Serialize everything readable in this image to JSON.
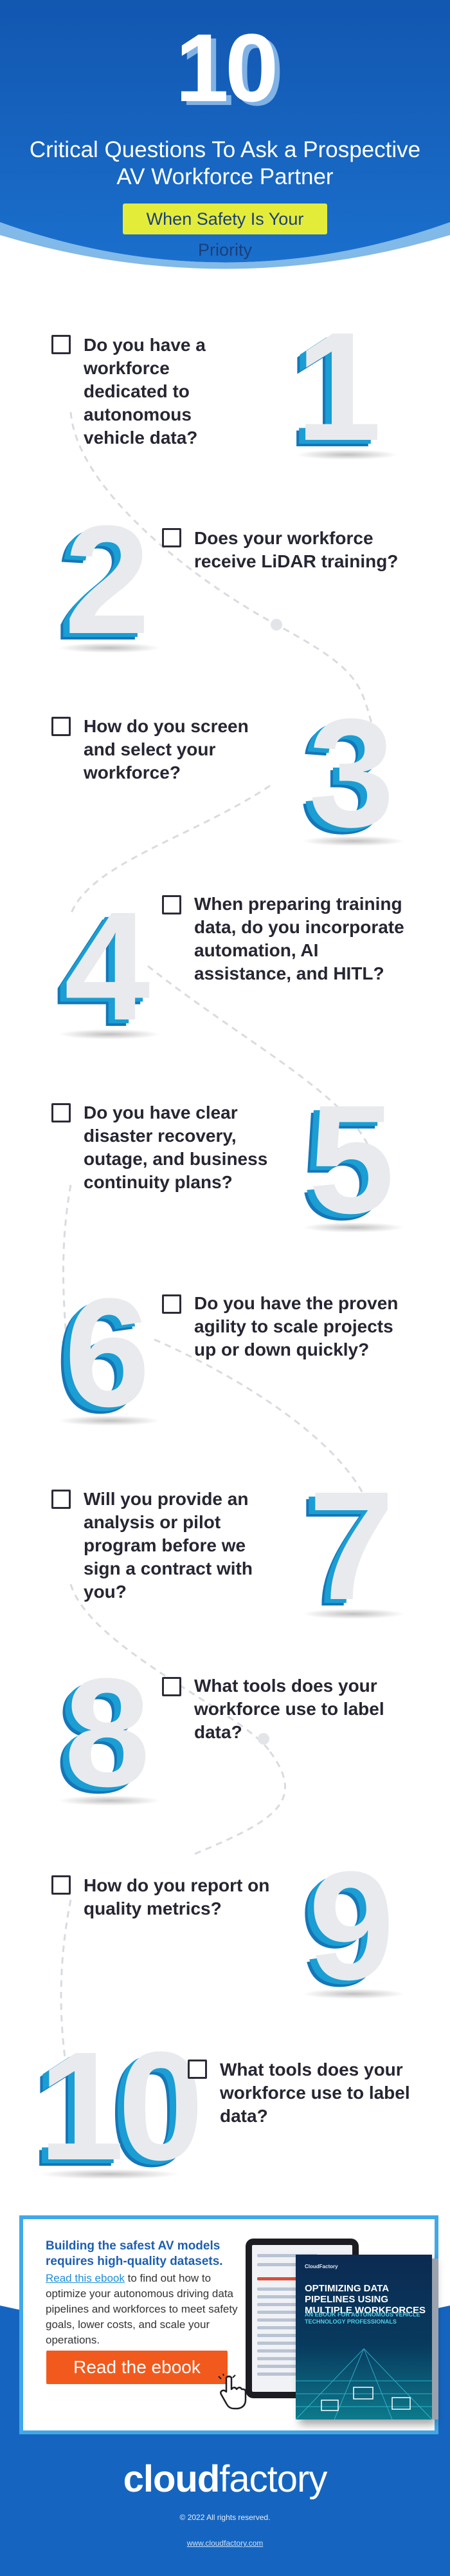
{
  "header": {
    "big_number": "10",
    "title": "Critical Questions To Ask a Prospective AV Workforce Partner",
    "subtitle": "When Safety Is Your Priority"
  },
  "questions": [
    {
      "number": "1",
      "text": "Do you have a workforce dedicated to autonomous vehicle data?"
    },
    {
      "number": "2",
      "text": "Does your workforce receive LiDAR training?"
    },
    {
      "number": "3",
      "text": "How do you screen and select your workforce?"
    },
    {
      "number": "4",
      "text": "When preparing training data, do you incorporate automation, AI assistance, and HITL?"
    },
    {
      "number": "5",
      "text": "Do you have clear disaster recovery, outage, and business continuity plans?"
    },
    {
      "number": "6",
      "text": "Do you have the proven agility to scale projects up or down quickly?"
    },
    {
      "number": "7",
      "text": "Will you provide an analysis or pilot program before we sign a contract with you?"
    },
    {
      "number": "8",
      "text": "What tools does your workforce use to label data?"
    },
    {
      "number": "9",
      "text": "How do you report on quality metrics?"
    },
    {
      "number": "10",
      "text": "What tools does your workforce use to label data?"
    }
  ],
  "ebook": {
    "bold": "Building the safest AV models requires high-quality datasets.",
    "link": "Read this ebook",
    "body": " to find out how to optimize your autonomous driving data pipelines and workforces to meet safety goals, lower costs, and scale your operations.",
    "cta": "Read the ebook",
    "cover_brand": "CloudFactory",
    "cover_title": "OPTIMIZING DATA PIPELINES USING MULTIPLE WORKFORCES",
    "cover_subtitle": "AN EBOOK FOR AUTONOMOUS VEHICLE TECHNOLOGY PROFESSIONALS"
  },
  "footer": {
    "logo_bold": "cloud",
    "logo_regular": "factory",
    "copyright": "© 2022 All rights reserved.",
    "url": "www.cloudfactory.com"
  },
  "colors": {
    "primary_blue": "#1565c0",
    "accent_cyan": "#1a9ed3",
    "highlight_yellow": "#e4ec3a",
    "cta_orange": "#f25a1d"
  }
}
